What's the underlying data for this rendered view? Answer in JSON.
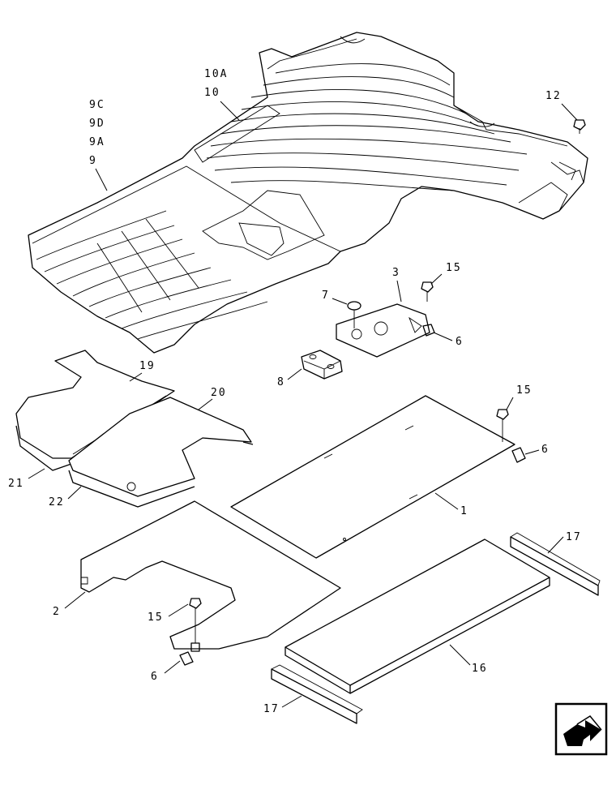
{
  "labels": {
    "l10a": "10A",
    "l10": "10",
    "l9c": "9C",
    "l9d": "9D",
    "l9a": "9A",
    "l9": "9",
    "l12": "12",
    "l3": "3",
    "l15a": "15",
    "l7": "7",
    "l6a": "6",
    "l8": "8",
    "l19": "19",
    "l20": "20",
    "l21": "21",
    "l22": "22",
    "l15b": "15",
    "l6b": "6",
    "l1": "1",
    "l2": "2",
    "l15c": "15",
    "l6c": "6",
    "l17a": "17",
    "l16": "16",
    "l17b": "17"
  },
  "nav": {
    "icon": "next-page-arrow-icon"
  }
}
